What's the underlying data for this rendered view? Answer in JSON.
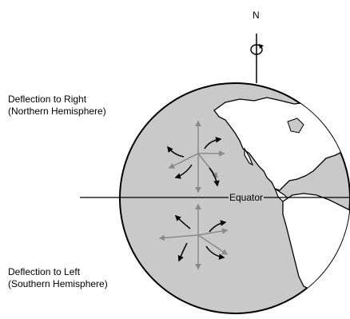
{
  "diagram": {
    "north_label": "N",
    "equator_label": "Equator",
    "northern": {
      "line1": "Deflection to Right",
      "line2": "(Northern Hemisphere)"
    },
    "southern": {
      "line1": "Deflection to Left",
      "line2": "(Southern Hemisphere)"
    },
    "colors": {
      "ocean": "#c9c9c9",
      "land": "#ffffff",
      "outline": "#000000",
      "initial_arrow": "#8a8a8a",
      "deflected_arrow": "#000000"
    }
  }
}
